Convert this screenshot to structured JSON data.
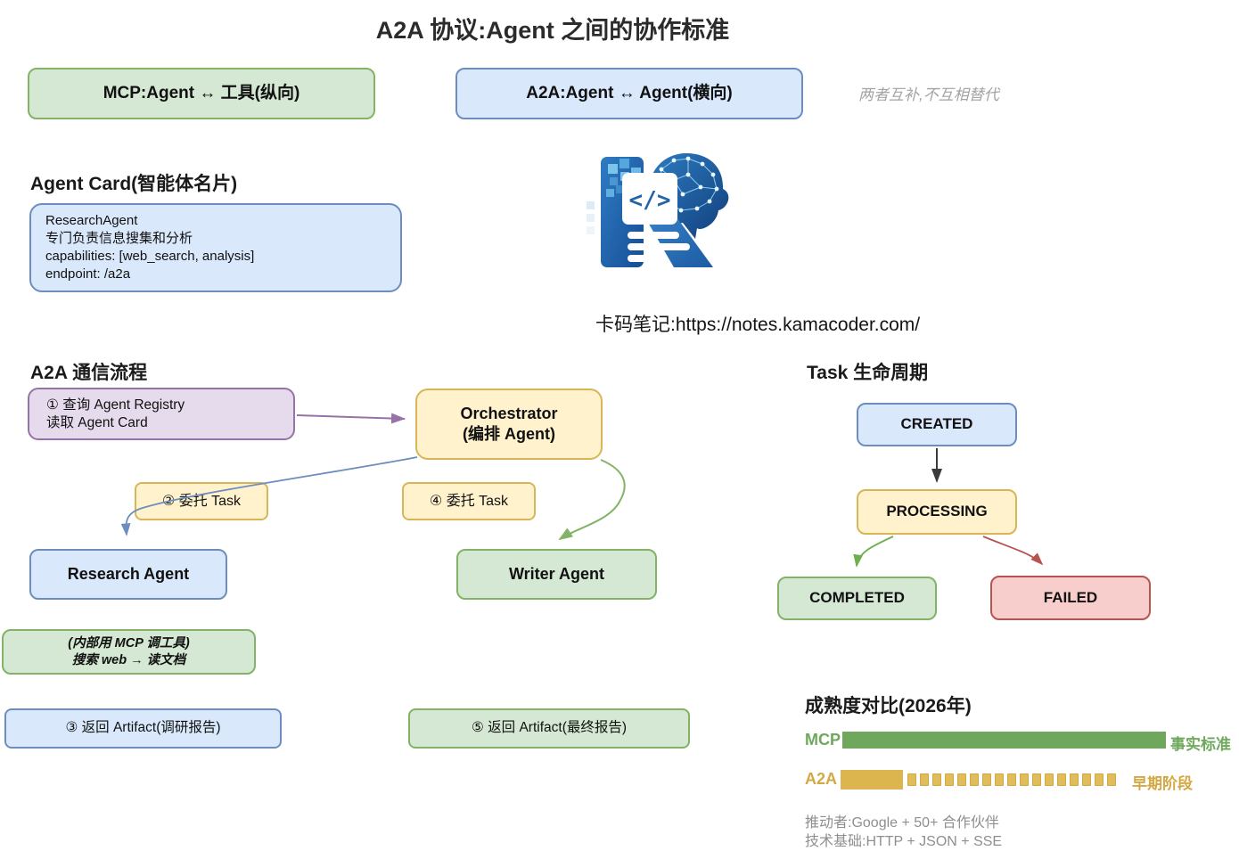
{
  "title": "A2A 协议:Agent 之间的协作标准",
  "top": {
    "mcp_box": "MCP:Agent ↔ 工具(纵向)",
    "a2a_box": "A2A:Agent ↔ Agent(横向)",
    "note": "两者互补,不互相替代"
  },
  "agent_card": {
    "heading": "Agent Card(智能体名片)",
    "name": "ResearchAgent",
    "description": "专门负责信息搜集和分析",
    "capabilities": "capabilities: [web_search, analysis]",
    "endpoint": "endpoint: /a2a"
  },
  "branding": {
    "logo_name": "kamacoder-logo",
    "site_line": "卡码笔记:https://notes.kamacoder.com/"
  },
  "flow": {
    "heading": "A2A 通信流程",
    "registry_line1": "① 查询 Agent Registry",
    "registry_line2": "读取 Agent Card",
    "orchestrator_line1": "Orchestrator",
    "orchestrator_line2": "(编排 Agent)",
    "delegate_task_2": "② 委托 Task",
    "delegate_task_4": "④ 委托 Task",
    "research_agent": "Research Agent",
    "writer_agent": "Writer Agent",
    "mcp_note_line1": "(内部用 MCP 调工具)",
    "mcp_note_line2": "搜索 web → 读文档",
    "artifact_3": "③ 返回 Artifact(调研报告)",
    "artifact_5": "⑤ 返回 Artifact(最终报告)"
  },
  "lifecycle": {
    "heading": "Task 生命周期",
    "created": "CREATED",
    "processing": "PROCESSING",
    "completed": "COMPLETED",
    "failed": "FAILED"
  },
  "maturity": {
    "heading": "成熟度对比(2026年)",
    "rows": [
      {
        "label": "MCP",
        "tag": "事实标准",
        "bar_color": "#6fa85c",
        "solid_fraction": 1.0
      },
      {
        "label": "A2A",
        "tag": "早期阶段",
        "bar_color": "#ddb54e",
        "solid_fraction": 0.2
      }
    ],
    "mcp_label": "MCP",
    "mcp_tag": "事实标准",
    "a2a_label": "A2A",
    "a2a_tag": "早期阶段",
    "a2a_dashed_segments": 17,
    "note_driver": "推动者:Google + 50+ 合作伙伴",
    "note_tech": "技术基础:HTTP + JSON + SSE"
  },
  "colors": {
    "green_fill": "#d5e8d4",
    "green_border": "#82b366",
    "blue_fill": "#dae8fc",
    "blue_border": "#6c8ebf",
    "purple_fill": "#e6dbec",
    "purple_border": "#9673a6",
    "yellow_fill": "#fff2cc",
    "yellow_border": "#d6b656",
    "red_fill": "#f8cecc",
    "red_border": "#b85450"
  }
}
